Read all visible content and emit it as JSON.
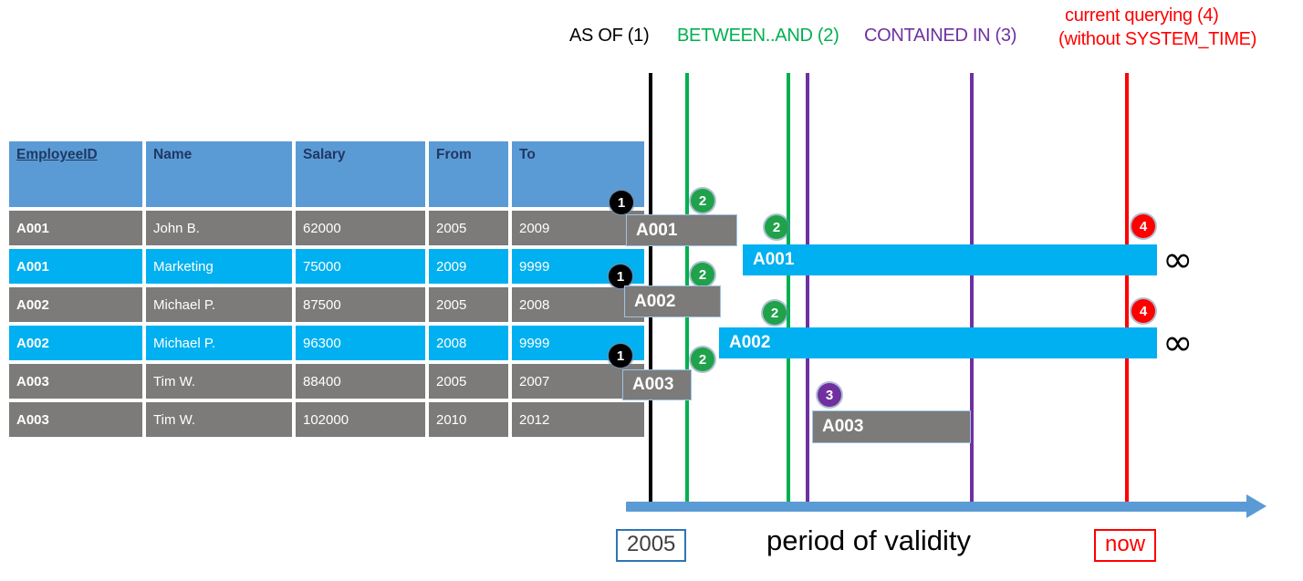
{
  "table": {
    "columns": [
      "EmployeeID",
      "Name",
      "Salary",
      "From",
      "To"
    ],
    "rows": [
      {
        "style": "gray",
        "cells": [
          "A001",
          "John  B.",
          "62000",
          "2005",
          "2009"
        ]
      },
      {
        "style": "cyan",
        "cells": [
          "A001",
          "Marketing",
          "75000",
          "2009",
          "9999"
        ]
      },
      {
        "style": "gray",
        "cells": [
          "A002",
          "Michael P.",
          "87500",
          "2005",
          "2008"
        ]
      },
      {
        "style": "cyan",
        "cells": [
          "A002",
          "Michael P.",
          "96300",
          "2008",
          "9999"
        ]
      },
      {
        "style": "gray",
        "cells": [
          "A003",
          "Tim W.",
          "88400",
          "2005",
          "2007"
        ]
      },
      {
        "style": "gray",
        "cells": [
          "A003",
          "Tim W.",
          "102000",
          "2010",
          "2012"
        ]
      }
    ]
  },
  "diagram": {
    "headers": [
      {
        "text": "AS OF (1)",
        "color": "#000000"
      },
      {
        "text": "BETWEEN..AND (2)",
        "color": "#00B050"
      },
      {
        "text": "CONTAINED IN (3)",
        "color": "#7030A0"
      },
      {
        "text": "current querying (4)",
        "color": "#FF0000"
      },
      {
        "text": "(without SYSTEM_TIME)",
        "color": "#FF0000"
      }
    ],
    "vlines": [
      {
        "name": "as-of-line",
        "color": "#000000"
      },
      {
        "name": "between-start-line",
        "color": "#00B050"
      },
      {
        "name": "between-end-line",
        "color": "#00B050"
      },
      {
        "name": "contained-start-line",
        "color": "#7030A0"
      },
      {
        "name": "contained-end-line",
        "color": "#7030A0"
      },
      {
        "name": "now-line",
        "color": "#FF0000"
      }
    ],
    "bars": [
      {
        "label": "A001",
        "style": "gray"
      },
      {
        "label": "A001",
        "style": "cyan"
      },
      {
        "label": "A002",
        "style": "gray"
      },
      {
        "label": "A002",
        "style": "cyan"
      },
      {
        "label": "A003",
        "style": "gray"
      },
      {
        "label": "A003",
        "style": "gray"
      }
    ],
    "badges": [
      "1",
      "2",
      "2",
      "4",
      "1",
      "2",
      "2",
      "4",
      "1",
      "2",
      "3"
    ],
    "infinity_symbol": "∞",
    "axis": {
      "start_label": "2005",
      "end_label": "now",
      "caption": "period of validity"
    }
  }
}
